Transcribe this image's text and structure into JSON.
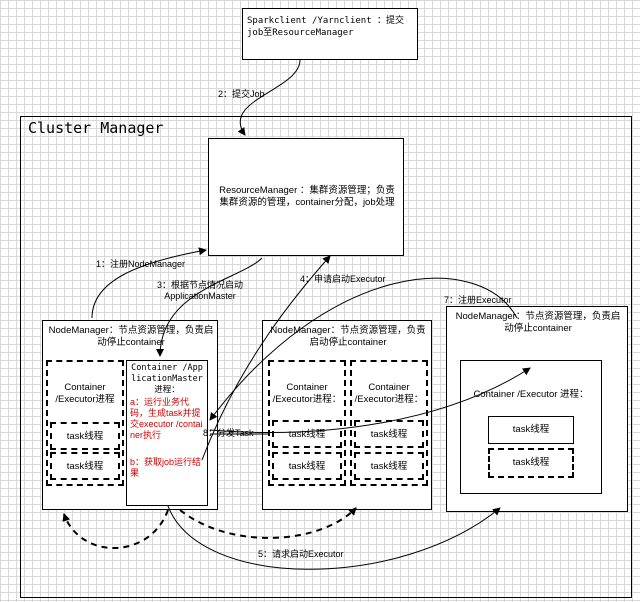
{
  "client_box": {
    "text": "Sparkclient /Yarnclient ：提交job至ResourceManager"
  },
  "cluster": {
    "title": "Cluster Manager"
  },
  "resource_manager": {
    "text": "ResourceManager ：集群资源管理；负责集群资源的管理，container分配，job处理"
  },
  "node_manager_1": {
    "title": "NodeManager：节点资源管理，负责启动停止container",
    "executor_container": "Container /Executor进程",
    "tasks": [
      "task线程",
      "task线程"
    ],
    "am_container": {
      "title": "Container /ApplicationMaster进程：",
      "line_a": "a：运行业务代码，生成task并提交executor /container执行",
      "line_b": "b：获取job运行结果"
    }
  },
  "node_manager_2": {
    "title": "NodeManager：节点资源管理，负责启动停止container",
    "containers": [
      {
        "label": "Container /Executor进程：",
        "tasks": [
          "task线程",
          "task线程"
        ]
      },
      {
        "label": "Container /Executor进程：",
        "tasks": [
          "task线程",
          "task线程"
        ]
      }
    ]
  },
  "node_manager_3": {
    "title": "NodeManager：节点资源管理，负责启动停止container",
    "container_label": "Container /Executor 进程：",
    "tasks": [
      "task线程",
      "task线程"
    ]
  },
  "arrows": {
    "a1": "1：注册NodeManager",
    "a2": "2：提交Job",
    "a3": "3：根据节点情况启动ApplicationMaster",
    "a4": "4：申请启动Executor",
    "a5": "5：请求启动Executor",
    "a7": "7：注册Executor",
    "a8": "8：分发Task"
  }
}
